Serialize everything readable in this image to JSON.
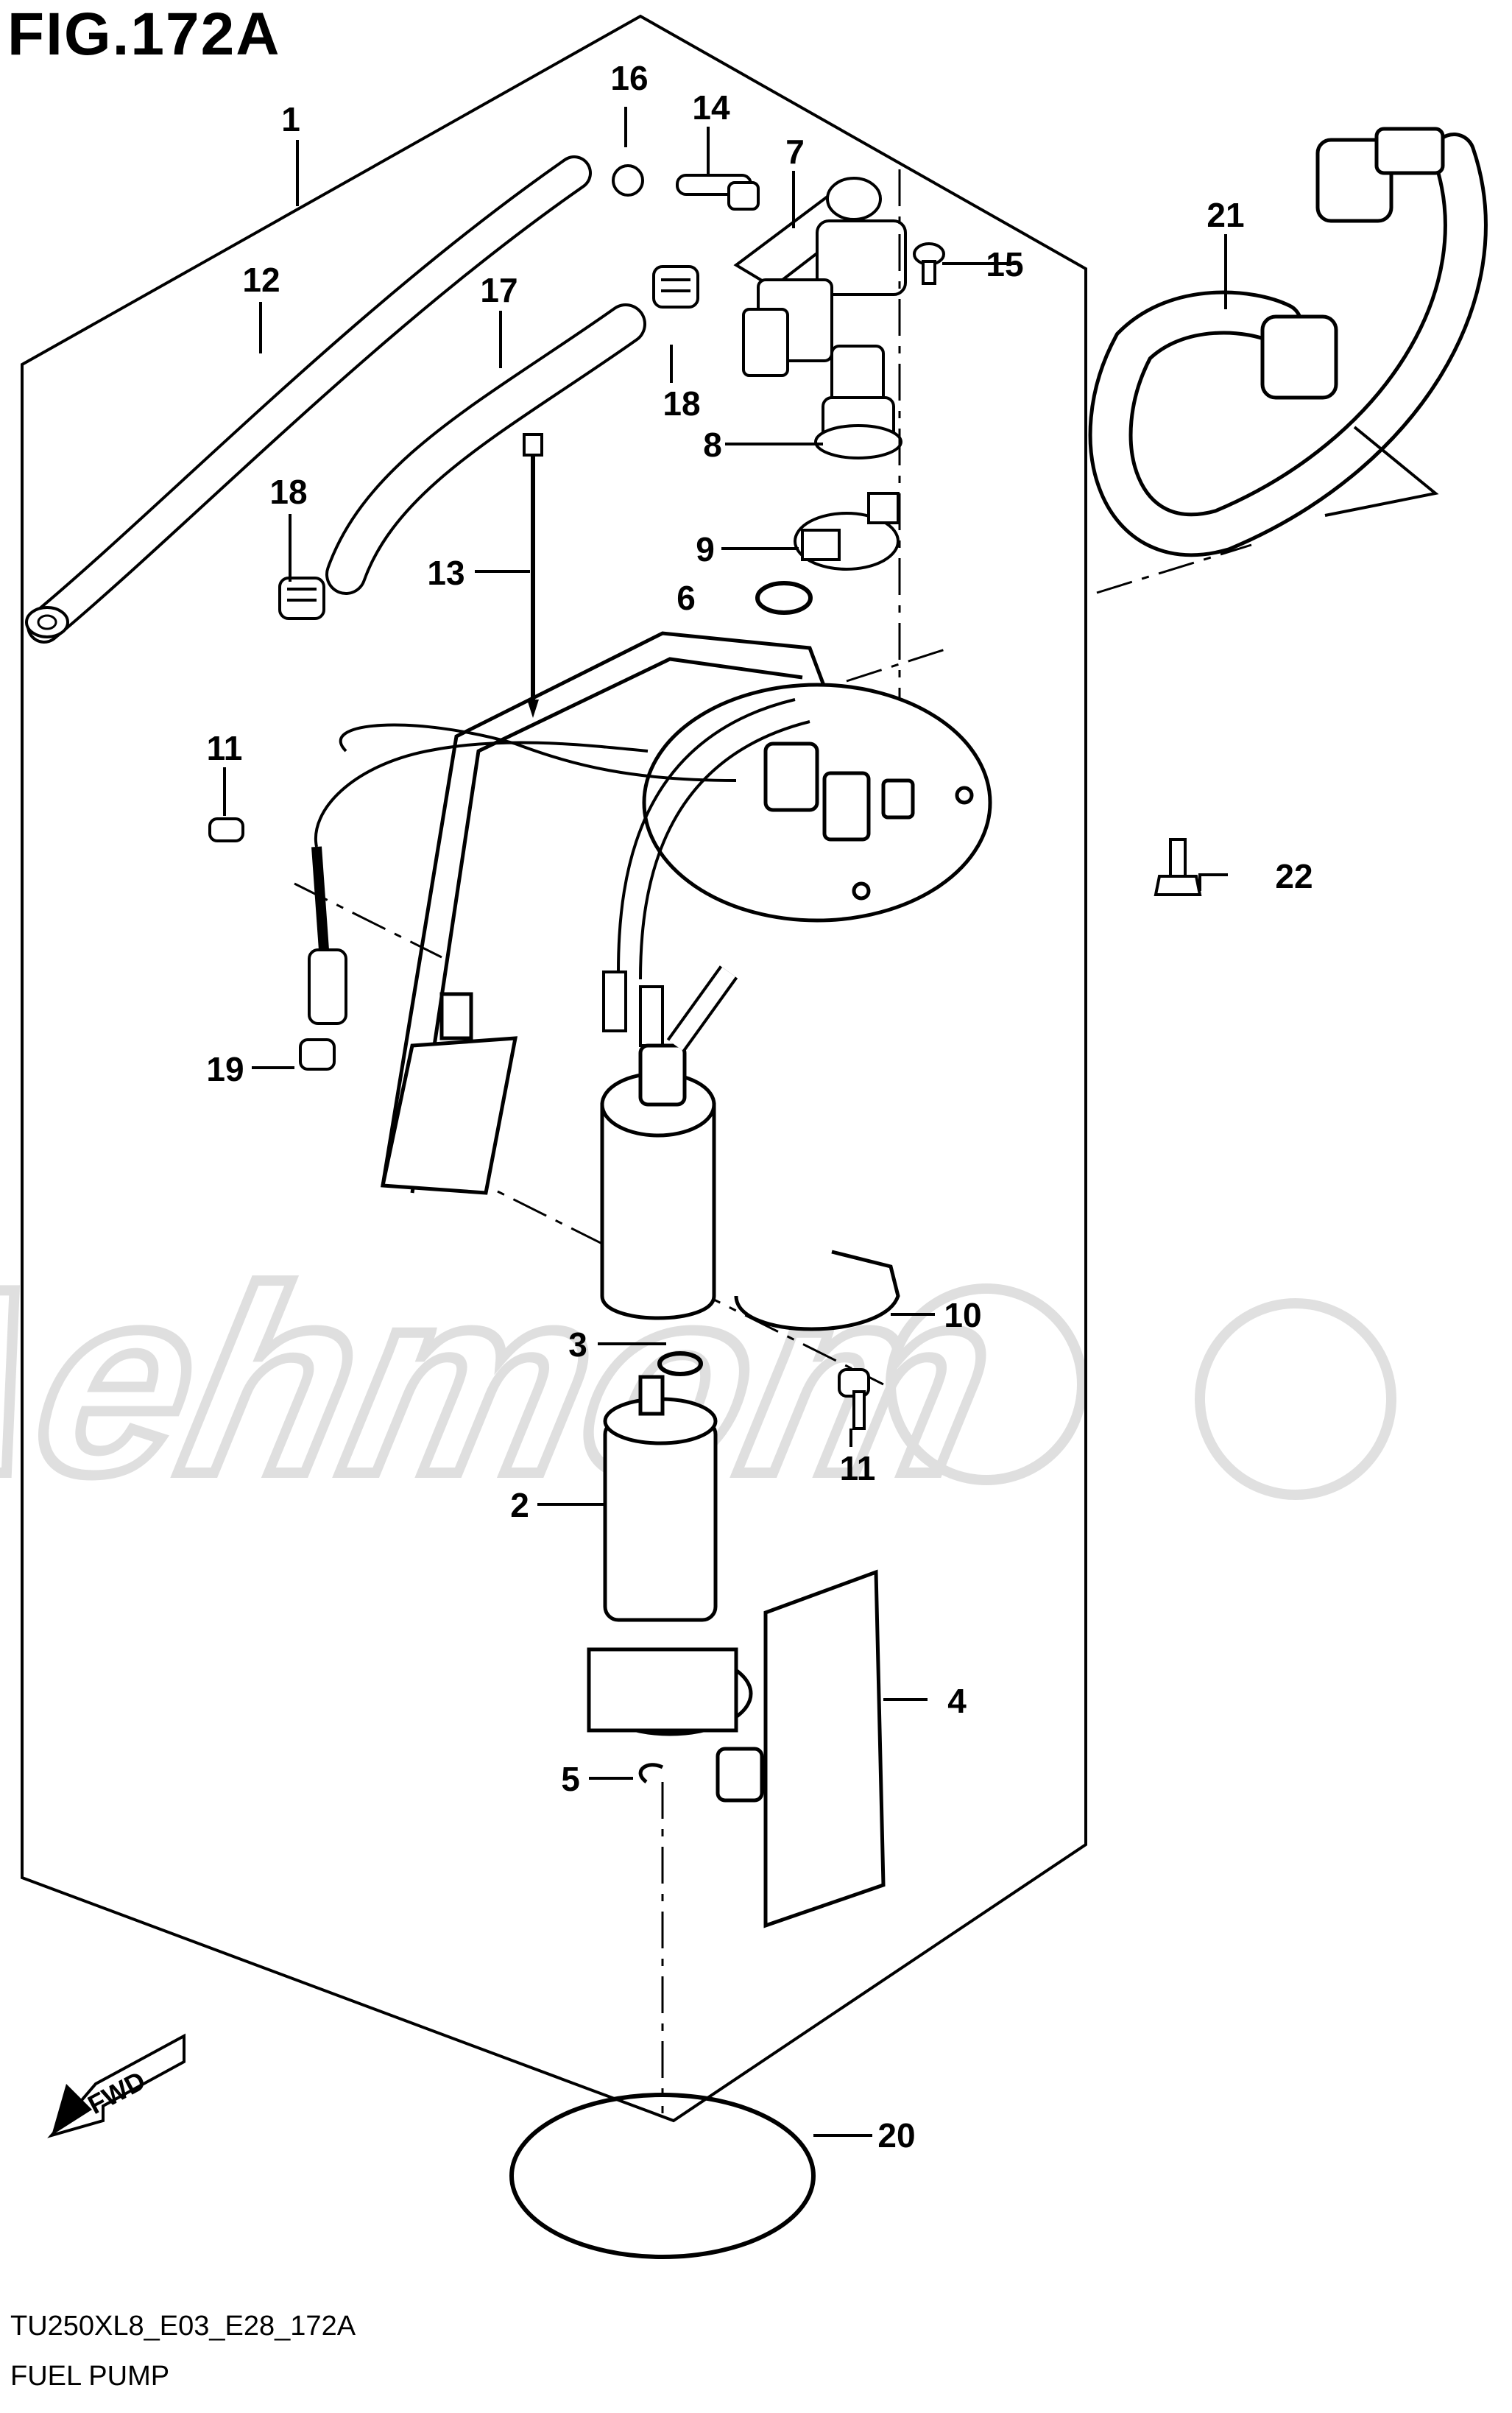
{
  "figure": {
    "title": "FIG.172A",
    "drawing_code": "TU250XL8_E03_E28_172A",
    "caption": "FUEL PUMP"
  },
  "direction_marker": "FWD",
  "watermark": "Aehmom",
  "callouts": [
    "1",
    "2",
    "3",
    "4",
    "5",
    "6",
    "7",
    "8",
    "9",
    "10",
    "11",
    "11",
    "12",
    "13",
    "14",
    "15",
    "16",
    "17",
    "18",
    "18",
    "19",
    "20",
    "21",
    "22"
  ]
}
